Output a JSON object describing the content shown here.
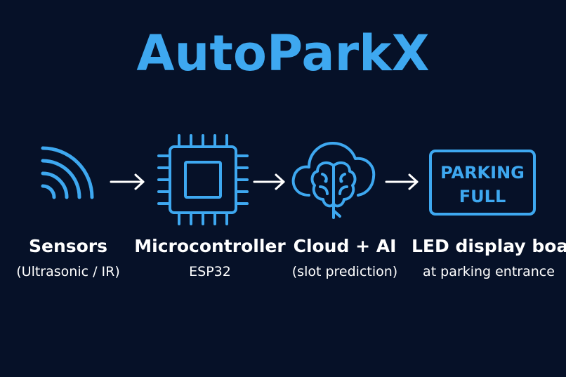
{
  "title": "AutoParkX",
  "colors": {
    "background": "#061128",
    "accent": "#3ea8f0",
    "text": "#ffffff"
  },
  "steps": [
    {
      "icon": "signal-icon",
      "label": "Sensors",
      "sublabel": "(Ultrasonic / IR)"
    },
    {
      "icon": "chip-icon",
      "label": "Microcontroller",
      "sublabel": "ESP32"
    },
    {
      "icon": "cloud-brain-icon",
      "label": "Cloud + AI",
      "sublabel": "(slot prediction)"
    },
    {
      "icon": "led-board-icon",
      "label": "LED display board",
      "sublabel": "at parking entrance",
      "display_text": [
        "PARKING",
        "FULL"
      ]
    }
  ]
}
